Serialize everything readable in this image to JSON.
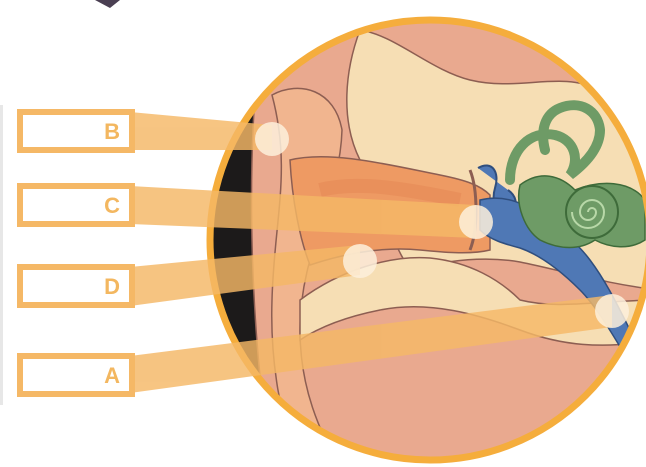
{
  "diagram": {
    "labels": [
      {
        "id": "B",
        "text": "B"
      },
      {
        "id": "C",
        "text": "C"
      },
      {
        "id": "D",
        "text": "D"
      },
      {
        "id": "A",
        "text": "A"
      }
    ],
    "colors": {
      "ring": "#f5ad3c",
      "pointer": "#f5b866",
      "marker": "#fdf0dc",
      "skin": "#e9a98f",
      "cartilage": "#f6deb4",
      "canal": "#ee9a63",
      "labyrinth": "#6e9b66",
      "cochlear_fluid": "#4f78b5",
      "background_dark": "#1c1a1a"
    }
  }
}
